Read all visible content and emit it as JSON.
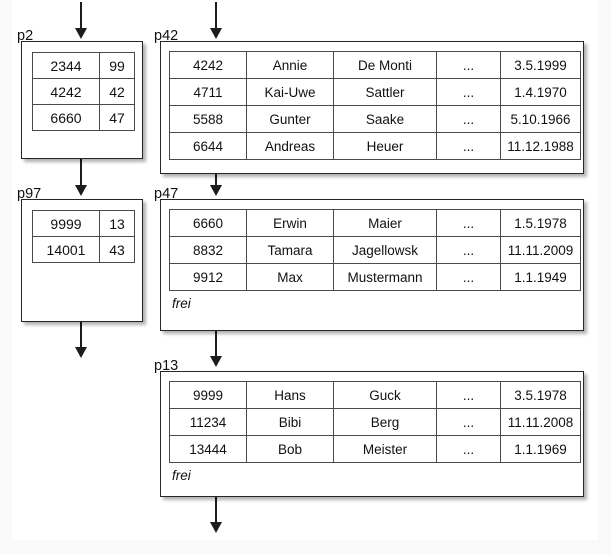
{
  "diagram": {
    "title": "B-tree / index pages with data pages",
    "background_color": "#f9f9f9",
    "page_color": "#ffffff",
    "line_color": "#262626",
    "free_space_label": "frei",
    "ellipsis": "..."
  },
  "blocks": [
    {
      "id": "p2",
      "label": "p2",
      "kind": "directory",
      "columns": 2,
      "rows": [
        [
          "2344",
          "99"
        ],
        [
          "4242",
          "42"
        ],
        [
          "6660",
          "47"
        ]
      ],
      "free_label": null
    },
    {
      "id": "p42",
      "label": "p42",
      "kind": "data",
      "columns": 5,
      "rows": [
        [
          "4242",
          "Annie",
          "De Monti",
          "...",
          "3.5.1999"
        ],
        [
          "4711",
          "Kai-Uwe",
          "Sattler",
          "...",
          "1.4.1970"
        ],
        [
          "5588",
          "Gunter",
          "Saake",
          "...",
          "5.10.1966"
        ],
        [
          "6644",
          "Andreas",
          "Heuer",
          "...",
          "11.12.1988"
        ]
      ],
      "free_label": null
    },
    {
      "id": "p97",
      "label": "p97",
      "kind": "directory",
      "columns": 2,
      "rows": [
        [
          "9999",
          "13"
        ],
        [
          "14001",
          "43"
        ]
      ],
      "free_label": null
    },
    {
      "id": "p47",
      "label": "p47",
      "kind": "data",
      "columns": 5,
      "rows": [
        [
          "6660",
          "Erwin",
          "Maier",
          "...",
          "1.5.1978"
        ],
        [
          "8832",
          "Tamara",
          "Jagellowsk",
          "...",
          "11.11.2009"
        ],
        [
          "9912",
          "Max",
          "Mustermann",
          "...",
          "1.1.1949"
        ]
      ],
      "free_label": "frei"
    },
    {
      "id": "p13",
      "label": "p13",
      "kind": "data",
      "columns": 5,
      "rows": [
        [
          "9999",
          "Hans",
          "Guck",
          "...",
          "3.5.1978"
        ],
        [
          "11234",
          "Bibi",
          "Berg",
          "...",
          "11.11.2008"
        ],
        [
          "13444",
          "Bob",
          "Meister",
          "...",
          "1.1.1969"
        ]
      ],
      "free_label": "frei"
    }
  ],
  "arrows": [
    {
      "name": "arrow-into-p2",
      "from": "above",
      "to": "p2"
    },
    {
      "name": "arrow-into-p42",
      "from": "above",
      "to": "p42"
    },
    {
      "name": "arrow-p2-to-p97",
      "from": "p2",
      "to": "p97"
    },
    {
      "name": "arrow-p42-to-p47",
      "from": "p42",
      "to": "p47"
    },
    {
      "name": "arrow-out-p97",
      "from": "p97",
      "to": "below"
    },
    {
      "name": "arrow-p47-to-p13",
      "from": "p47",
      "to": "p13"
    },
    {
      "name": "arrow-out-p13",
      "from": "p13",
      "to": "below"
    }
  ]
}
